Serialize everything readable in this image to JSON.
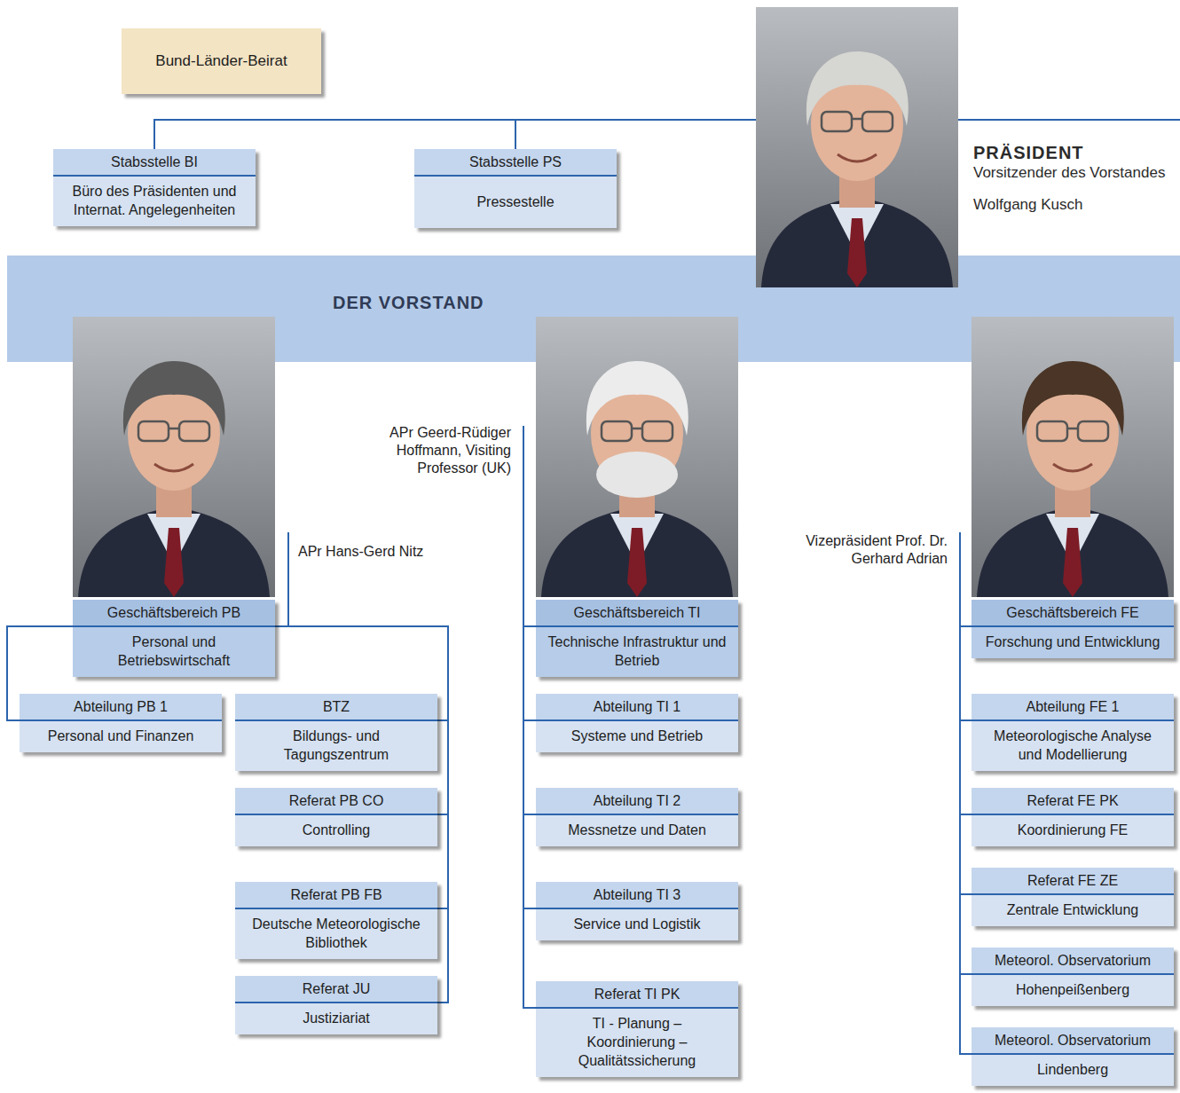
{
  "diagram": {
    "nodes": [
      {
        "text": [
          "Bund-Länder-Beirat"
        ]
      },
      {
        "text": [
          "Stabsstelle BI",
          "Büro des Präsidenten und Internat. Angelegenheiten"
        ]
      },
      {
        "text": [
          "Stabsstelle PS",
          "Pressestelle"
        ]
      },
      {
        "text": [
          "PRÄSIDENT",
          "Vorsitzender des Vorstandes",
          "Wolfgang Kusch"
        ]
      },
      {
        "text": [
          "DER VORSTAND"
        ]
      },
      {
        "text": [
          "Geschäftsbereich PB",
          "Personal und Betriebswirtschaft"
        ]
      },
      {
        "text": [
          "Abteilung PB 1",
          "Personal und Finanzen"
        ]
      },
      {
        "text": [
          "BTZ",
          "Bildungs- und Tagungszentrum"
        ]
      },
      {
        "text": [
          "Referat PB CO",
          "Controlling"
        ]
      },
      {
        "text": [
          "Referat PB FB",
          "Deutsche Meteorologische Bibliothek"
        ]
      },
      {
        "text": [
          "Referat JU",
          "Justiziariat"
        ]
      },
      {
        "text": [
          "Geschäftsbereich TI",
          "Technische Infrastruktur und Betrieb"
        ]
      },
      {
        "text": [
          "Abteilung TI 1",
          "Systeme und Betrieb"
        ]
      },
      {
        "text": [
          "Abteilung TI 2",
          "Messnetze und Daten"
        ]
      },
      {
        "text": [
          "Abteilung TI 3",
          "Service und Logistik"
        ]
      },
      {
        "text": [
          "Referat TI PK",
          "TI - Planung – Koordinierung – Qualitätssicherung"
        ]
      },
      {
        "text": [
          "Geschäftsbereich FE",
          "Forschung und Entwicklung"
        ]
      },
      {
        "text": [
          "Abteilung FE 1",
          "Meteorologische Analyse und Modellierung"
        ]
      },
      {
        "text": [
          "Referat FE PK",
          "Koordinierung FE"
        ]
      },
      {
        "text": [
          "Referat FE ZE",
          "Zentrale Entwicklung"
        ]
      },
      {
        "text": [
          "Meteorol. Observatorium",
          "Hohenpeißenberg"
        ]
      },
      {
        "text": [
          "Meteorol. Observatorium",
          "Lindenberg"
        ]
      }
    ],
    "edges": [
      {
        "from": 3,
        "to": 1,
        "arrow": "none"
      },
      {
        "from": 3,
        "to": 2,
        "arrow": "none"
      },
      {
        "from": 5,
        "to": 6,
        "arrow": "none"
      },
      {
        "from": 5,
        "to": 7,
        "arrow": "none"
      },
      {
        "from": 5,
        "to": 8,
        "arrow": "none"
      },
      {
        "from": 5,
        "to": 9,
        "arrow": "none"
      },
      {
        "from": 5,
        "to": 10,
        "arrow": "none"
      },
      {
        "from": 11,
        "to": 12,
        "arrow": "none"
      },
      {
        "from": 11,
        "to": 13,
        "arrow": "none"
      },
      {
        "from": 11,
        "to": 14,
        "arrow": "none"
      },
      {
        "from": 11,
        "to": 15,
        "arrow": "none"
      },
      {
        "from": 16,
        "to": 17,
        "arrow": "none"
      },
      {
        "from": 16,
        "to": 18,
        "arrow": "none"
      },
      {
        "from": 16,
        "to": 19,
        "arrow": "none"
      },
      {
        "from": 16,
        "to": 20,
        "arrow": "none"
      },
      {
        "from": 16,
        "to": 21,
        "arrow": "none"
      }
    ],
    "labels": [
      "APr Hans-Gerd Nitz",
      "APr Geerd-Rüdiger Hoffmann, Visiting Professor (UK)",
      "Vizepräsident Prof. Dr. Gerhard Adrian"
    ]
  }
}
